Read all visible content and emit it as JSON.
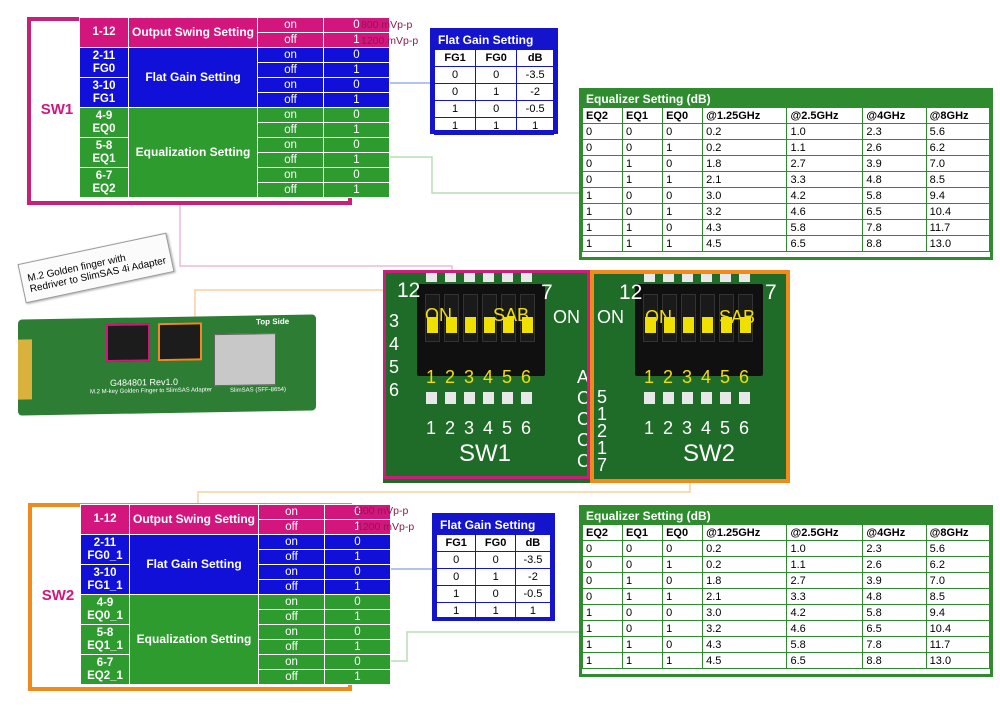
{
  "settings": {
    "sw1_name": "SW1",
    "sw2_name": "SW2",
    "output_swing_label": "Output Swing Setting",
    "flat_gain_label": "Flat Gain Setting",
    "equalization_label": "Equalization Setting",
    "on": "on",
    "off": "off",
    "v0": "0",
    "v1": "1",
    "swing_on_note": "800 mVp-p",
    "swing_off_note": "1200 mVp-p",
    "sw1_pins": [
      "1-12",
      "2-11\nFG0",
      "3-10\nFG1",
      "4-9\nEQ0",
      "5-8\nEQ1",
      "6-7\nEQ2"
    ],
    "sw2_pins": [
      "1-12",
      "2-11\nFG0_1",
      "3-10\nFG1_1",
      "4-9\nEQ0_1",
      "5-8\nEQ1_1",
      "6-7\nEQ2_1"
    ]
  },
  "flat_gain": {
    "title": "Flat Gain Setting",
    "headers": [
      "FG1",
      "FG0",
      "dB"
    ],
    "rows": [
      [
        "0",
        "0",
        "-3.5"
      ],
      [
        "0",
        "1",
        "-2"
      ],
      [
        "1",
        "0",
        "-0.5"
      ],
      [
        "1",
        "1",
        "1"
      ]
    ]
  },
  "equalizer": {
    "title": "Equalizer Setting (dB)",
    "headers": [
      "EQ2",
      "EQ1",
      "EQ0",
      "@1.25GHz",
      "@2.5GHz",
      "@4GHz",
      "@8GHz"
    ],
    "rows": [
      [
        "0",
        "0",
        "0",
        "0.2",
        "1.0",
        "2.3",
        "5.6"
      ],
      [
        "0",
        "0",
        "1",
        "0.2",
        "1.1",
        "2.6",
        "6.2"
      ],
      [
        "0",
        "1",
        "0",
        "1.8",
        "2.7",
        "3.9",
        "7.0"
      ],
      [
        "0",
        "1",
        "1",
        "2.1",
        "3.3",
        "4.8",
        "8.5"
      ],
      [
        "1",
        "0",
        "0",
        "3.0",
        "4.2",
        "5.8",
        "9.4"
      ],
      [
        "1",
        "0",
        "1",
        "3.2",
        "4.6",
        "6.5",
        "10.4"
      ],
      [
        "1",
        "1",
        "0",
        "4.3",
        "5.8",
        "7.8",
        "11.7"
      ],
      [
        "1",
        "1",
        "1",
        "4.5",
        "6.5",
        "8.8",
        "13.0"
      ]
    ]
  },
  "photo": {
    "sw1_label": "SW1",
    "sw2_label": "SW2",
    "on_label": "ON",
    "sab_label": "SAB",
    "n12": "12",
    "n7": "7",
    "pin_top_left": [
      "3",
      "4",
      "5",
      "6"
    ],
    "sw1_lever_nums": [
      "1",
      "2",
      "3",
      "4",
      "5",
      "6"
    ],
    "sw2_lever_nums": [
      "1",
      "2",
      "3",
      "4",
      "5",
      "6"
    ],
    "sw1_pad_nums": [
      "1",
      "2",
      "3",
      "4",
      "5",
      "6"
    ],
    "sw2_pad_nums": [
      "1",
      "2",
      "3",
      "4",
      "5",
      "6"
    ],
    "mid_letters": [
      "A",
      "C",
      "C",
      "C",
      "C"
    ],
    "mid_nums": [
      "5",
      "1",
      "2",
      "1",
      "7"
    ]
  },
  "board": {
    "callout": "M.2 Golden finger with Redriver to SlimSAS 4i  Adapter",
    "top_side": "Top Side",
    "part_no": "G484801 Rev1.0",
    "desc": "M.2 M-key Golden Finger to SlimSAS Adapter",
    "connector": "SlimSAS (SFF-8654)"
  },
  "colors": {
    "magenta": "#d3157e",
    "blue": "#1010d8",
    "green": "#2e9b2e",
    "sw1_frame": "#c8207a",
    "sw2_frame": "#f08a1c"
  }
}
